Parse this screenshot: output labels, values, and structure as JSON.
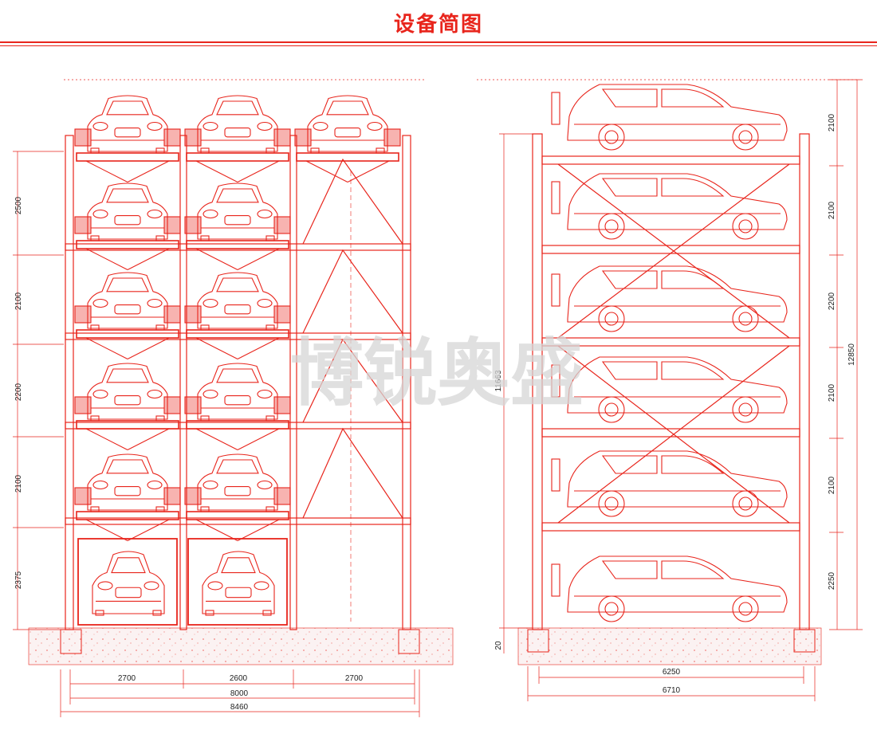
{
  "title": "设备简图",
  "watermark": "博锐奥盛",
  "colors": {
    "line": "#e8251c",
    "title": "#e8251c",
    "dim_text": "#222222",
    "ground": "#f2dede"
  },
  "front_view": {
    "level_heights": [
      "2500",
      "2100",
      "2200",
      "2100",
      "2375"
    ],
    "bay_widths": [
      "2700",
      "2600",
      "2700"
    ],
    "total_inner": "8000",
    "total_outer": "8460"
  },
  "side_view": {
    "level_heights": [
      "2100",
      "2100",
      "2200",
      "2100",
      "2100",
      "2250"
    ],
    "total_height": "12850",
    "inner_height": "11663",
    "base_offset": "20",
    "depth_inner": "6250",
    "depth_outer": "6710"
  }
}
